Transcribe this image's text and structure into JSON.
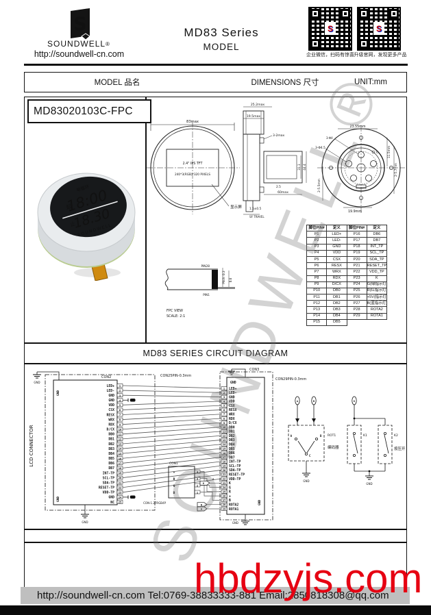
{
  "header": {
    "logo_initial": "S",
    "logo_text": "SOUNDWELL",
    "logo_reg": "®",
    "website": "http://soundwell-cn.com",
    "title": "MD83  Series",
    "subtitle": "MODEL",
    "qr_left_caption": "企业微信，扫码有惊喜",
    "qr_right_caption": "升级官网，发现更多产品"
  },
  "info_bar": {
    "model_label": "MODEL 品名",
    "dimensions_label": "DIMENSIONS 尺寸",
    "unit_label": "UNIT:mm"
  },
  "model_number": "MD83020103C-FPC",
  "product_photo": {
    "screen_top": "单循环",
    "start_label": "起",
    "time1": "18:00",
    "stop_label": "止",
    "time2": "18.30",
    "brand": "SOUNDWELL"
  },
  "drawings": {
    "front": {
      "dim_width": "83max",
      "panel_line1": "2.4\" IPS TFT",
      "panel_line2": "240*3(RGB)*320 PIXELS",
      "leader_label": "显示屏"
    },
    "side": {
      "dim_total": "25.2max",
      "dim_cap": "19.5max",
      "dim_tabs": "3-2max",
      "dim_inner": "31.1",
      "dim_outer": "44.4",
      "dim_gap": "2.5",
      "dim_width": "60max",
      "dim_travel": "1.5±0.5",
      "travel_note": "SF TRAVEL"
    },
    "back": {
      "dim_top": "23.55mm",
      "dim_bottom": "19.9mm",
      "dim_height": "11.5mm",
      "dim_side_left": "2-5.5mm",
      "dim_side_right": "2-5.7mm",
      "holes": "3-Φ4.5",
      "holes2": "3-Φ4",
      "mark": "C"
    },
    "fpc": {
      "pin_top": "PIN28",
      "pin_bottom": "PIN1",
      "pitch": "Pitch: 0.3",
      "thickness": "0.6",
      "title": "FPC VIEW",
      "scale": "SCALE: 2:1"
    }
  },
  "pin_table": {
    "headers": [
      "脚位PIN#",
      "定义",
      "脚位PIN#",
      "定义"
    ],
    "rows": [
      [
        "P1",
        "LED+",
        "P16",
        "DB6"
      ],
      [
        "P2",
        "LED-",
        "P17",
        "DB7"
      ],
      [
        "P3",
        "GND",
        "P18",
        "INT_TP"
      ],
      [
        "P4",
        "VDD",
        "P19",
        "SCL_TP"
      ],
      [
        "P5",
        "CSX",
        "P20",
        "SDA_TP"
      ],
      [
        "P6",
        "RESX",
        "P21",
        "RESET_TP"
      ],
      [
        "P7",
        "WRX",
        "P22",
        "VDD_TP"
      ],
      [
        "P8",
        "RDX",
        "P23",
        "K"
      ],
      [
        "P9",
        "D/CX",
        "P24",
        "G(绿指示灯)"
      ],
      [
        "P10",
        "DB0",
        "P25",
        "R(红指示灯)"
      ],
      [
        "P11",
        "DB1",
        "P26",
        "+5V(指示灯)"
      ],
      [
        "P12",
        "DB2",
        "P27",
        "B(蓝指示灯)"
      ],
      [
        "P13",
        "DB3",
        "P28",
        "ROTA2"
      ],
      [
        "P14",
        "DB4",
        "P29",
        "ROTA1"
      ],
      [
        "P15",
        "DB5",
        "",
        ""
      ]
    ]
  },
  "circuit": {
    "section_title": "MD83 SERIES CIRCUIT DIAGRAM",
    "lcd_label": "LCD CONNECTOR",
    "gnd": "GND",
    "con2": {
      "name": "CON2",
      "annotation": "CON25PIN-0.3mm",
      "pins": [
        "LED+",
        "LED-",
        "GND",
        "GND",
        "VDD",
        "CSX",
        "RESX",
        "WRX",
        "RDX",
        "D/CX",
        "DB0",
        "DB1",
        "DB2",
        "DB3",
        "DB4",
        "DB5",
        "DB6",
        "DB7",
        "INT-TP",
        "SCL-TP",
        "SDA-TP",
        "RESET-TP",
        "VDD-TP",
        "GND",
        "NC"
      ]
    },
    "con3": {
      "name": "CON3",
      "annotation": "CON29PIN-0.3mm",
      "pins": [
        "LED+",
        "LED-",
        "GND",
        "VDD",
        "CSX",
        "RESX",
        "WRX",
        "RDX",
        "D/CX",
        "DB0",
        "DB1",
        "DB2",
        "DB3",
        "DB4",
        "DB5",
        "DB6",
        "DB7",
        "INT-TP",
        "SCL-TP",
        "SDA-TP",
        "RESET-TP",
        "VDD-TP",
        "K",
        "G",
        "R",
        "+",
        "B",
        "ROTA2",
        "ROTA1"
      ]
    },
    "con1": {
      "name": "CON1",
      "annotation": "CON-1.27RGB4P",
      "pins": [
        "+",
        "R",
        "G",
        "B"
      ],
      "numbers": [
        "4",
        "3",
        "2",
        "1"
      ]
    },
    "leds": {
      "l1a": "K",
      "l1b": "G",
      "l2a": "B",
      "l2b": "A"
    },
    "encoder": {
      "name": "ROT1",
      "label": "编码器",
      "a": "A",
      "b": "B",
      "c": "C"
    },
    "switches": {
      "terminal": "K",
      "k1": "K1",
      "k2": "K2",
      "label": "按压开关"
    }
  },
  "footer": {
    "contact": "http://soundwell-cn.com  Tel:0769-38833333-881  Email:2850818308@qq.com"
  },
  "watermarks": {
    "diagonal": "SOUNDWELL®",
    "site": "hbdzyjs.com"
  }
}
